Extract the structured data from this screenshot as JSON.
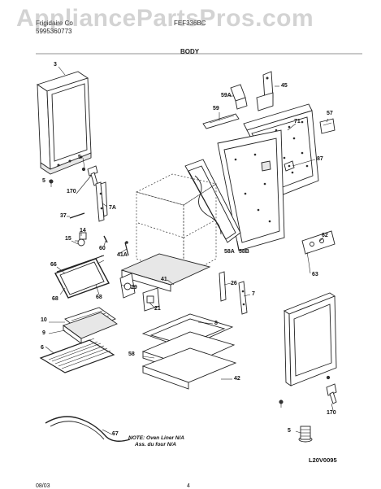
{
  "header": {
    "brand": "Frigidaire Co",
    "doc_number": "5995360773",
    "model": "FEF336BC",
    "section_title": "BODY"
  },
  "watermark": "AppliancePartsPros.com",
  "callouts": {
    "c3": "3",
    "c59a": "59A",
    "c45": "45",
    "c59": "59",
    "c57": "57",
    "c71": "71",
    "c87": "87",
    "c5a": "5",
    "c5b": "5",
    "c170a": "170",
    "c7a": "7A",
    "c37": "37",
    "c14": "14",
    "c15": "15",
    "c60": "60",
    "c41a": "41A",
    "c66": "66",
    "c68a": "68",
    "c68b": "68",
    "c29": "29",
    "c41": "41",
    "c21": "21",
    "c58a": "58A",
    "c58b": "58B",
    "c62": "62",
    "c63": "63",
    "c26": "26",
    "c7": "7",
    "c10": "10",
    "c9": "9",
    "c6": "6",
    "c8": "8",
    "c58": "58",
    "c42": "42",
    "c67": "67",
    "c5c": "5",
    "c170b": "170"
  },
  "note": {
    "line1": "NOTE: Oven Liner N/A",
    "line2": "Ass. du four N/A"
  },
  "figure_code": "L20V0095",
  "footer": {
    "date": "08/03",
    "page": "4"
  }
}
